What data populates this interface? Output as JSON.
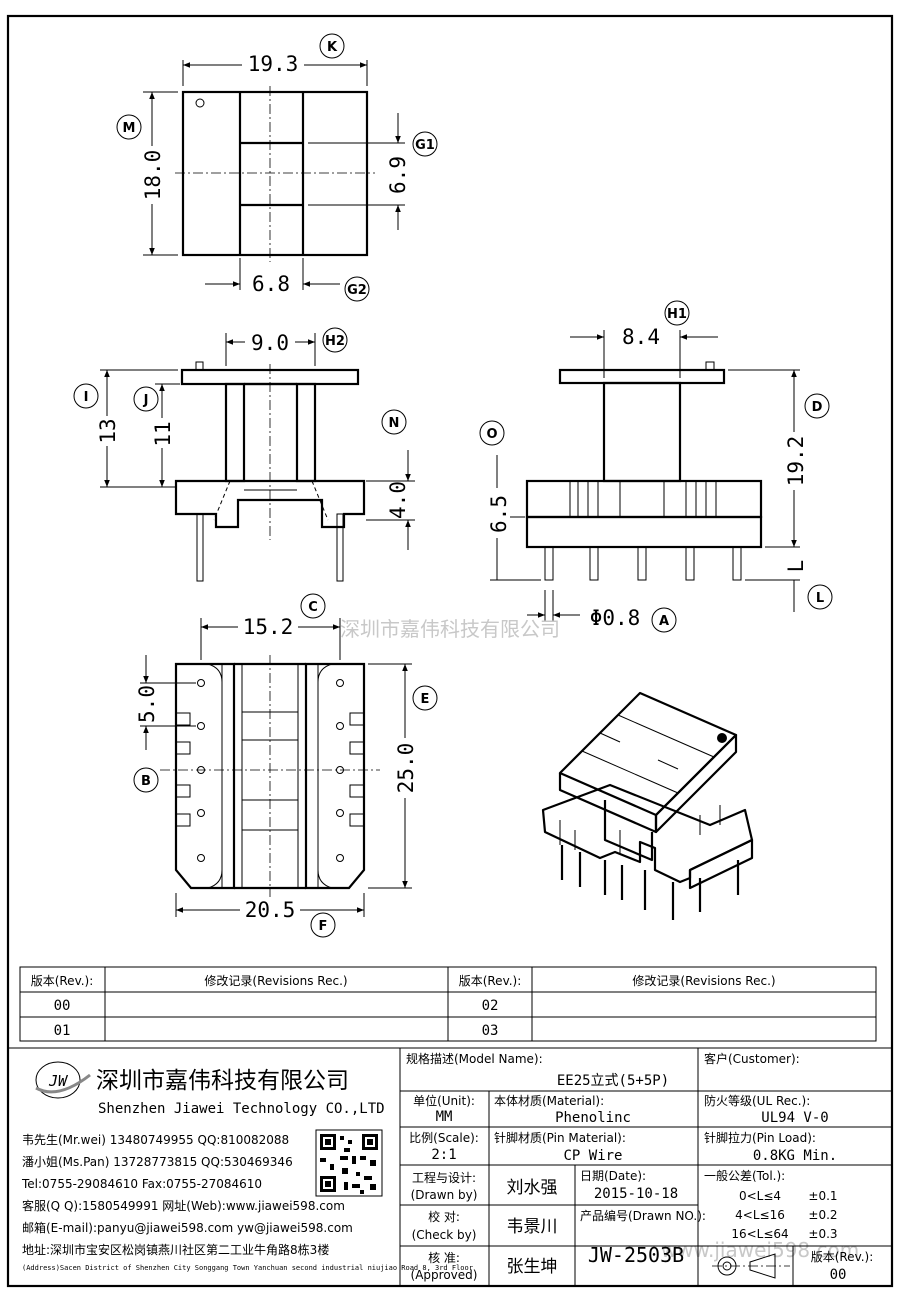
{
  "dimensions": {
    "k": "19.3",
    "m": "18.0",
    "g1": "6.9",
    "g2": "6.8",
    "h2": "9.0",
    "i": "13",
    "j": "11",
    "n": "4.0",
    "h1": "8.4",
    "d": "19.2",
    "o": "6.5",
    "l": "L",
    "a": "Φ0.8",
    "c": "15.2",
    "b": "5.0",
    "e": "25.0",
    "f": "20.5"
  },
  "callouts": {
    "K": "K",
    "M": "M",
    "G1": "G1",
    "G2": "G2",
    "H2": "H2",
    "I": "I",
    "J": "J",
    "N": "N",
    "H1": "H1",
    "D": "D",
    "O": "O",
    "L": "L",
    "A": "A",
    "C": "C",
    "B": "B",
    "E": "E",
    "F": "F"
  },
  "watermarks": {
    "center": "深圳市嘉伟科技有限公司",
    "corner": "www.jiawei598.com"
  },
  "revisions": {
    "header_rev": "版本(Rev.):",
    "header_rec": "修改记录(Revisions Rec.)",
    "rows": [
      {
        "left_rev": "00",
        "left_rec": "",
        "right_rev": "02",
        "right_rec": ""
      },
      {
        "left_rev": "01",
        "left_rec": "",
        "right_rev": "03",
        "right_rec": ""
      }
    ]
  },
  "company": {
    "logo_text": "JW",
    "name_cn": "深圳市嘉伟科技有限公司",
    "name_en": "Shenzhen Jiawei Technology CO.,LTD",
    "contacts": [
      "韦先生(Mr.wei) 13480749955 QQ:810082088",
      "潘小姐(Ms.Pan) 13728773815 QQ:530469346",
      "Tel:0755-29084610      Fax:0755-27084610",
      "客服(Q Q):1580549991   网址(Web):www.jiawei598.com",
      "邮箱(E-mail):panyu@jiawei598.com  yw@jiawei598.com"
    ],
    "address_cn": "地址:深圳市宝安区松岗镇燕川社区第二工业牛角路8栋3楼",
    "address_en": "(Address)Sacen District of Shenzhen City Songgang Town Yanchuan  second industrial niujiao Road 8, 3rd Floor"
  },
  "title_block": {
    "model_label": "规格描述(Model Name):",
    "model_value": "EE25立式(5+5P)",
    "customer_label": "客户(Customer):",
    "customer_value": "",
    "unit_label": "单位(Unit):",
    "unit_value": "MM",
    "material_label": "本体材质(Material):",
    "material_value": "Phenolinc",
    "fire_label": "防火等级(UL Rec.):",
    "fire_value": "UL94 V-0",
    "scale_label": "比例(Scale):",
    "scale_value": "2:1",
    "pin_mat_label": "针脚材质(Pin Material):",
    "pin_mat_value": "CP Wire",
    "pin_load_label": "针脚拉力(Pin Load):",
    "pin_load_value": "0.8KG Min.",
    "drawn_label": "工程与设计:",
    "drawn_label2": "(Drawn by)",
    "drawn_value": "刘水强",
    "date_label": "日期(Date):",
    "date_value": "2015-10-18",
    "check_label": "校  对:",
    "check_label2": "(Check by)",
    "check_value": "韦景川",
    "drawn_no_label": "产品编号(Drawn NO.):",
    "drawn_no_value": "JW-2503B",
    "approved_label": "核  准:",
    "approved_label2": "(Approved)",
    "approved_value": "张生坤",
    "tol_label": "一般公差(Tol.):",
    "tol_rows": [
      {
        "range": "0<L≤4",
        "value": "±0.1"
      },
      {
        "range": "4<L≤16",
        "value": "±0.2"
      },
      {
        "range": "16<L≤64",
        "value": "±0.3"
      }
    ],
    "rev_label": "版本(Rev.):",
    "rev_value": "00"
  }
}
